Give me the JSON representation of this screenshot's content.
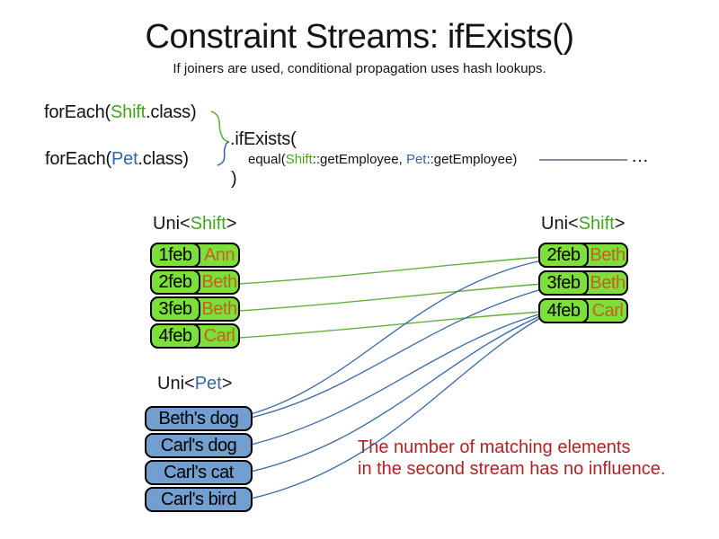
{
  "title": "Constraint Streams: ifExists()",
  "subtitle": "If joiners are used, conditional propagation uses hash lookups.",
  "code": {
    "foreach_shift": {
      "pre": "forEach(",
      "type": "Shift",
      "post": ".class)"
    },
    "foreach_pet": {
      "pre": "forEach(",
      "type": "Pet",
      "post": ".class)"
    },
    "if_exists": ".ifExists(",
    "joiner": {
      "pre": "equal(",
      "type1": "Shift",
      "mid": "::getEmployee, ",
      "type2": "Pet",
      "post": "::getEmployee)"
    },
    "close_paren": ")",
    "ellipsis": "…"
  },
  "left_stream": {
    "label": {
      "pre": "Uni<",
      "type": "Shift",
      "post": ">"
    },
    "rows": [
      {
        "date": "1feb",
        "employee": "Ann"
      },
      {
        "date": "2feb",
        "employee": "Beth"
      },
      {
        "date": "3feb",
        "employee": "Beth"
      },
      {
        "date": "4feb",
        "employee": "Carl"
      }
    ]
  },
  "right_stream": {
    "label": {
      "pre": "Uni<",
      "type": "Shift",
      "post": ">"
    },
    "rows": [
      {
        "date": "2feb",
        "employee": "Beth"
      },
      {
        "date": "3feb",
        "employee": "Beth"
      },
      {
        "date": "4feb",
        "employee": "Carl"
      }
    ]
  },
  "pet_stream": {
    "label": {
      "pre": "Uni<",
      "type": "Pet",
      "post": ">"
    },
    "rows": [
      "Beth's dog",
      "Carl's dog",
      "Carl's cat",
      "Carl's bird"
    ]
  },
  "note": {
    "line1": "The number of matching elements",
    "line2": "in the second stream has no influence."
  },
  "colors": {
    "shift_green_text": "#44a51f",
    "pet_blue_text": "#3465a4",
    "shift_box_green": "#7cdf3a",
    "pet_box_blue": "#729fcf",
    "employee_orange": "#c3641d",
    "link_green": "#62b13e",
    "link_blue": "#3868a8",
    "joiner_line_purple": "#6e5f80",
    "note_red": "#b22222"
  }
}
